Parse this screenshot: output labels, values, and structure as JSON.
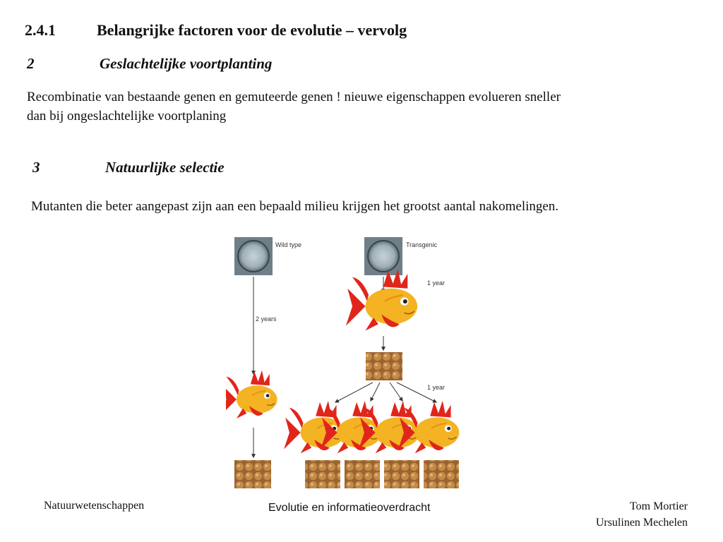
{
  "slide": {
    "title_number": "2.4.1",
    "title_text": "Belangrijke factoren voor de evolutie – vervolg",
    "section2": {
      "number": "2",
      "heading": "Geslachtelijke voortplanting",
      "body_line1": "Recombinatie van bestaande genen en gemuteerde genen ! nieuwe eigenschappen evolueren sneller",
      "body_line2": "dan bij ongeslachtelijke voortplaning"
    },
    "section3": {
      "number": "3",
      "heading": "Natuurlijke selectie",
      "body": "Mutanten die beter aangepast zijn aan een bepaald milieu krijgen het grootst aantal nakomelingen."
    }
  },
  "figure": {
    "wild_label": "Wild type",
    "transgenic_label": "Transgenic",
    "wild_time": "2 years",
    "transgenic_time_1": "1 year",
    "transgenic_time_2": "1 year",
    "colors": {
      "fish_body": "#f4b323",
      "fish_fin": "#e0261b",
      "eggs": "#b07a3a",
      "dish": "#8fa0a8"
    }
  },
  "footer": {
    "left": "Natuurwetenschappen",
    "center": "Evolutie en informatieoverdracht",
    "right_line1": "Tom Mortier",
    "right_line2": "Ursulinen Mechelen"
  }
}
